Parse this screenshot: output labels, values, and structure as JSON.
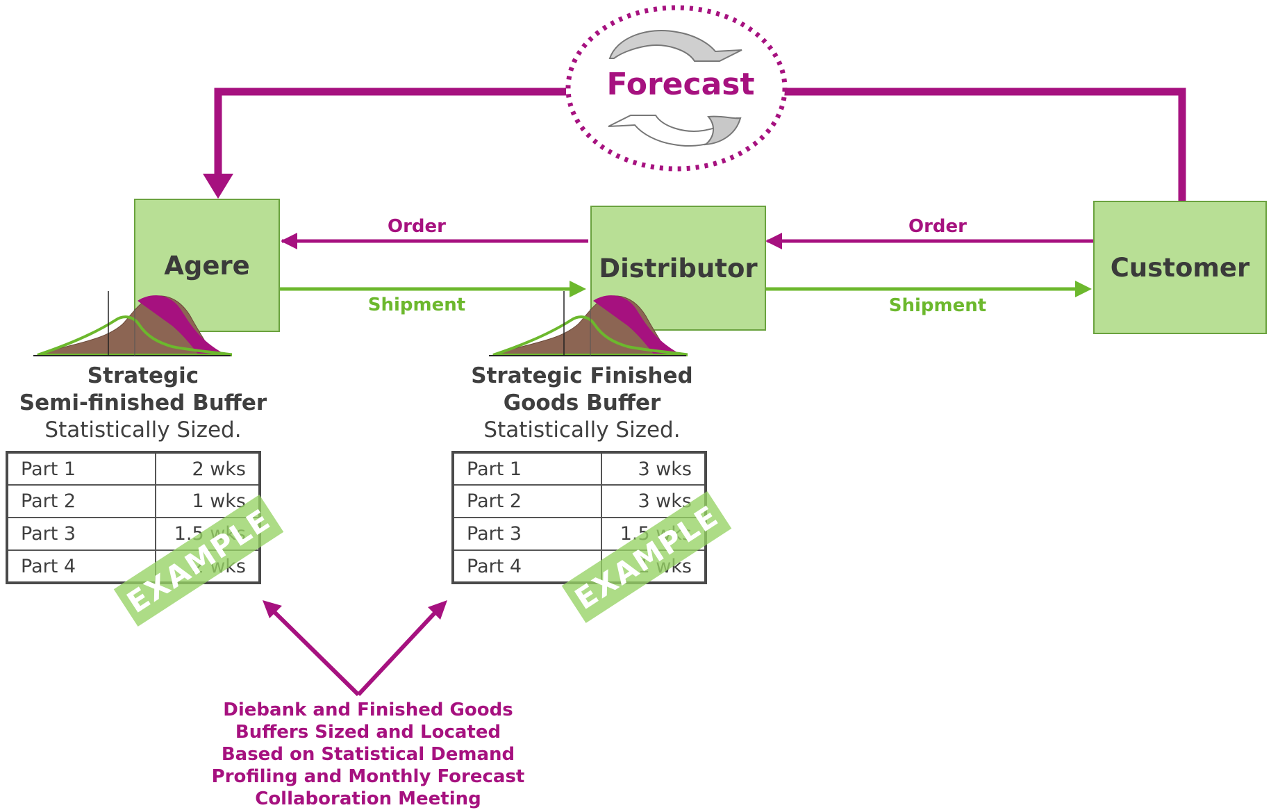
{
  "forecast": {
    "label": "Forecast"
  },
  "nodes": {
    "agere": "Agere",
    "distributor": "Distributor",
    "customer": "Customer"
  },
  "flows": {
    "order_left": "Order",
    "order_right": "Order",
    "shipment_left": "Shipment",
    "shipment_right": "Shipment"
  },
  "buffers": [
    {
      "title_line1": "Strategic",
      "title_line2": "Semi-finished Buffer",
      "subtitle": "Statistically Sized.",
      "rows": [
        {
          "part": "Part 1",
          "value": "2 wks"
        },
        {
          "part": "Part 2",
          "value": "1 wks"
        },
        {
          "part": "Part 3",
          "value": "1.5 wks"
        },
        {
          "part": "Part 4",
          "value": "2 wks"
        }
      ],
      "stamp": "EXAMPLE"
    },
    {
      "title_line1": "Strategic Finished",
      "title_line2": "Goods Buffer",
      "subtitle": "Statistically Sized.",
      "rows": [
        {
          "part": "Part 1",
          "value": "3 wks"
        },
        {
          "part": "Part 2",
          "value": "3 wks"
        },
        {
          "part": "Part 3",
          "value": "1.5 wks"
        },
        {
          "part": "Part 4",
          "value": "1 wks"
        }
      ],
      "stamp": "EXAMPLE"
    }
  ],
  "note": {
    "lines": [
      "Diebank and Finished Goods",
      "Buffers Sized and Located",
      "Based on Statistical Demand",
      "Profiling and Monthly Forecast",
      "Collaboration Meeting"
    ]
  },
  "colors": {
    "order": "#a6117f",
    "shipment": "#6cb82d",
    "box_fill": "#b8df95",
    "text_dark": "#3f3f3f"
  }
}
